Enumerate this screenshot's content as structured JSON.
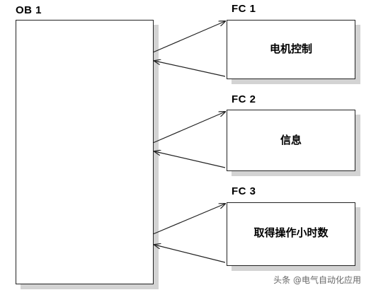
{
  "main_block": {
    "label": "OB 1"
  },
  "functions": [
    {
      "label": "FC 1",
      "text": "电机控制"
    },
    {
      "label": "FC 2",
      "text": "信息"
    },
    {
      "label": "FC 3",
      "text": "取得操作小时数"
    }
  ],
  "watermark": "头条 @电气自动化应用",
  "colors": {
    "shadow": "#d3d3d3",
    "line": "#222222"
  }
}
